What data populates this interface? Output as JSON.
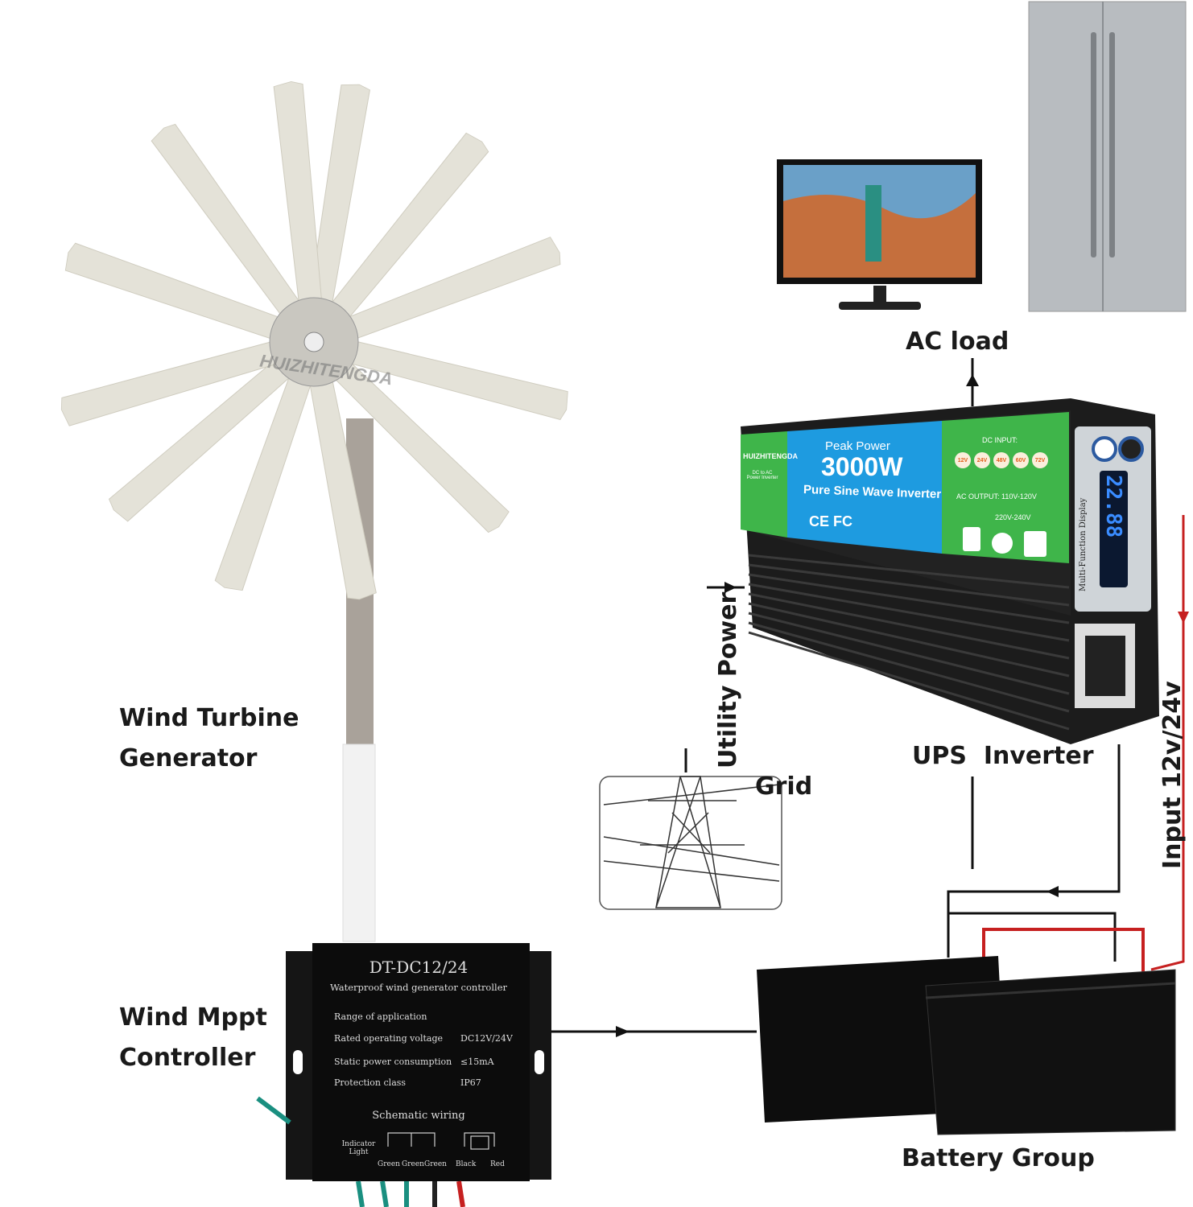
{
  "labels": {
    "wind_turbine": [
      "Wind Turbine",
      "Generator"
    ],
    "wind_mppt": [
      "Wind Mppt",
      "Controller"
    ],
    "ac_load": "AC load",
    "utility_power": "Utility Power",
    "grid": "Grid",
    "ups_inverter": "UPS  Inverter",
    "input_voltage": "Input 12v/24v",
    "battery_group": "Battery Group"
  },
  "turbine_watermark": "HUIZHITENGDA",
  "controller": {
    "model": "DT-DC12/24",
    "subtitle": "Waterproof wind generator controller",
    "specs": [
      {
        "name": "Range of application",
        "value": ""
      },
      {
        "name": "Rated operating voltage",
        "value": "DC12V/24V"
      },
      {
        "name": "Static power consumption",
        "value": "≤15mA"
      },
      {
        "name": "Protection class",
        "value": "IP67"
      }
    ],
    "schematic_title": "Schematic wiring",
    "indicator": "Indicator Light",
    "wires": [
      "Green",
      "Green",
      "Green",
      "Black",
      "Red"
    ]
  },
  "inverter": {
    "brand": "HUIZHITENGDA",
    "brand_sub": "DC to AC Power Inverter",
    "peak_label": "Peak Power",
    "power": "3000W",
    "type": "Pure Sine Wave Inverter",
    "certs": "CE FC",
    "dc_input_label": "DC INPUT:",
    "dc_inputs": [
      "12V",
      "24V",
      "48V",
      "60V",
      "72V"
    ],
    "ac_output_label": "AC OUTPUT:",
    "ac_outputs": [
      "110V-120V",
      "220V-240V"
    ],
    "display_label": "Multi-Function Display",
    "display_value": "22.88",
    "colors": {
      "green": "#3fb54a",
      "blue": "#1e9be0",
      "body": "#1c1c1c"
    }
  }
}
